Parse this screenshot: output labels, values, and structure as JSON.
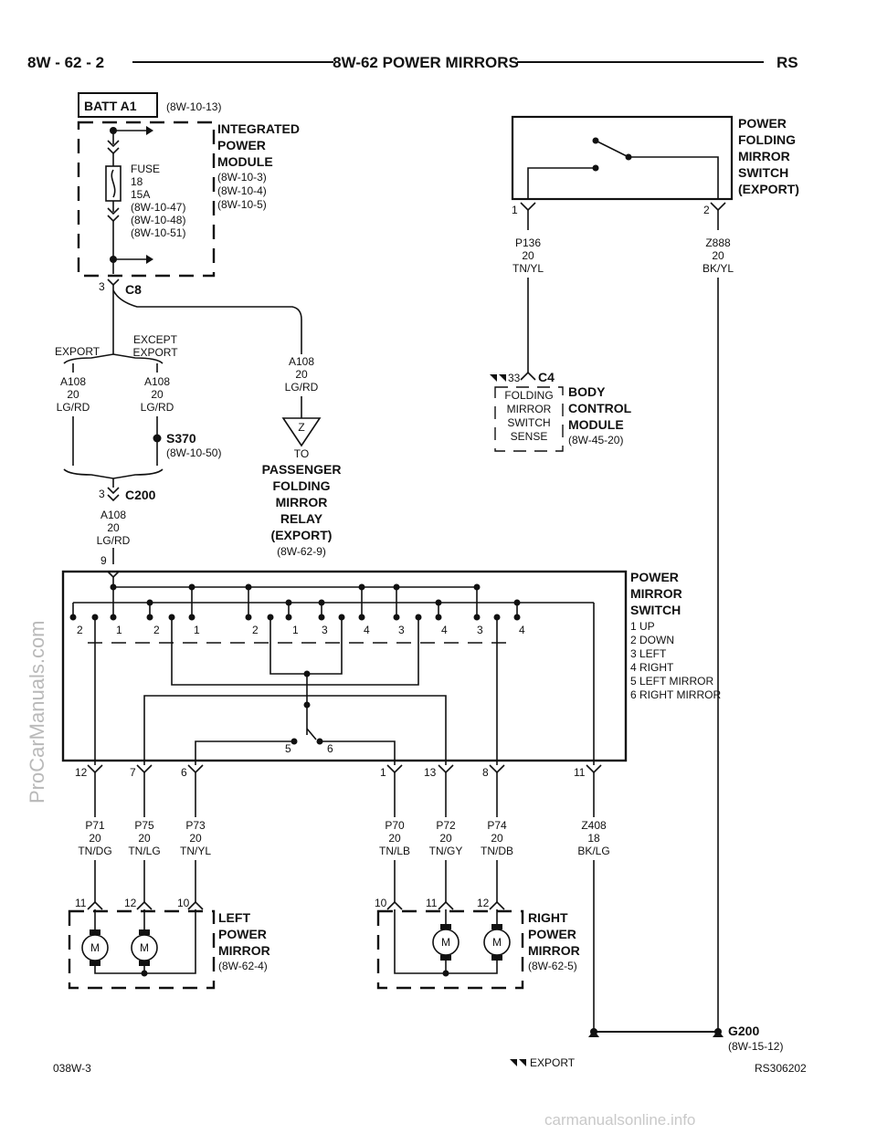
{
  "header": {
    "left": "8W - 62 - 2",
    "center": "8W-62 POWER MIRRORS",
    "right": "RS"
  },
  "batt": {
    "label": "BATT A1",
    "ref": "(8W-10-13)"
  },
  "ipm": {
    "title": [
      "INTEGRATED",
      "POWER",
      "MODULE"
    ],
    "refs": [
      "(8W-10-3)",
      "(8W-10-4)",
      "(8W-10-5)"
    ]
  },
  "fuse": {
    "lines": [
      "FUSE",
      "18",
      "15A",
      "(8W-10-47)",
      "(8W-10-48)",
      "(8W-10-51)"
    ]
  },
  "c8": {
    "pin": "3",
    "name": "C8"
  },
  "branch": {
    "export": "EXPORT",
    "except": [
      "EXCEPT",
      "EXPORT"
    ]
  },
  "wires": {
    "a108_left": [
      "A108",
      "20",
      "LG/RD"
    ],
    "a108_mid": [
      "A108",
      "20",
      "LG/RD"
    ],
    "a108_right": [
      "A108",
      "20",
      "LG/RD"
    ],
    "a108_lower": [
      "A108",
      "20",
      "LG/RD"
    ],
    "p136": [
      "P136",
      "20",
      "TN/YL"
    ],
    "z888": [
      "Z888",
      "20",
      "BK/YL"
    ],
    "p71": [
      "P71",
      "20",
      "TN/DG"
    ],
    "p75": [
      "P75",
      "20",
      "TN/LG"
    ],
    "p73": [
      "P73",
      "20",
      "TN/YL"
    ],
    "p70": [
      "P70",
      "20",
      "TN/LB"
    ],
    "p72": [
      "P72",
      "20",
      "TN/GY"
    ],
    "p74": [
      "P74",
      "20",
      "TN/DB"
    ],
    "z408": [
      "Z408",
      "18",
      "BK/LG"
    ]
  },
  "s370": {
    "name": "S370",
    "ref": "(8W-10-50)"
  },
  "c200": {
    "pin": "3",
    "name": "C200"
  },
  "relay": {
    "symbol": "Z",
    "to": "TO",
    "lines": [
      "PASSENGER",
      "FOLDING",
      "MIRROR",
      "RELAY",
      "(EXPORT)"
    ],
    "ref": "(8W-62-9)"
  },
  "pfms": {
    "title": [
      "POWER",
      "FOLDING",
      "MIRROR",
      "SWITCH",
      "(EXPORT)"
    ],
    "pin1": "1",
    "pin2": "2"
  },
  "c4": {
    "pin": "33",
    "name": "C4",
    "sense": [
      "FOLDING",
      "MIRROR",
      "SWITCH",
      "SENSE"
    ]
  },
  "bcm": {
    "title": [
      "BODY",
      "CONTROL",
      "MODULE"
    ],
    "ref": "(8W-45-20)"
  },
  "pms": {
    "in_pin": "9",
    "title": [
      "POWER",
      "MIRROR",
      "SWITCH"
    ],
    "legend": [
      "1 UP",
      "2 DOWN",
      "3 LEFT",
      "4 RIGHT",
      "5 LEFT MIRROR",
      "6 RIGHT MIRROR"
    ],
    "contacts": [
      "2",
      "1",
      "2",
      "1",
      "2",
      "1",
      "3",
      "4",
      "3",
      "4",
      "3",
      "4"
    ],
    "selector": [
      "5",
      "6"
    ],
    "out_pins": [
      "12",
      "7",
      "6",
      "1",
      "13",
      "8",
      "11"
    ]
  },
  "left_mirror": {
    "title": [
      "LEFT",
      "POWER",
      "MIRROR"
    ],
    "ref": "(8W-62-4)",
    "pins": [
      "11",
      "12",
      "10"
    ],
    "motor": "M"
  },
  "right_mirror": {
    "title": [
      "RIGHT",
      "POWER",
      "MIRROR"
    ],
    "ref": "(8W-62-5)",
    "pins": [
      "10",
      "11",
      "12"
    ],
    "motor": "M"
  },
  "g200": {
    "name": "G200",
    "ref": "(8W-15-12)"
  },
  "footer": {
    "left": "038W-3",
    "legend": "EXPORT",
    "right": "RS306202"
  },
  "watermark": {
    "side": "ProCarManuals.com",
    "bottom": "carmanualsonline.info"
  }
}
